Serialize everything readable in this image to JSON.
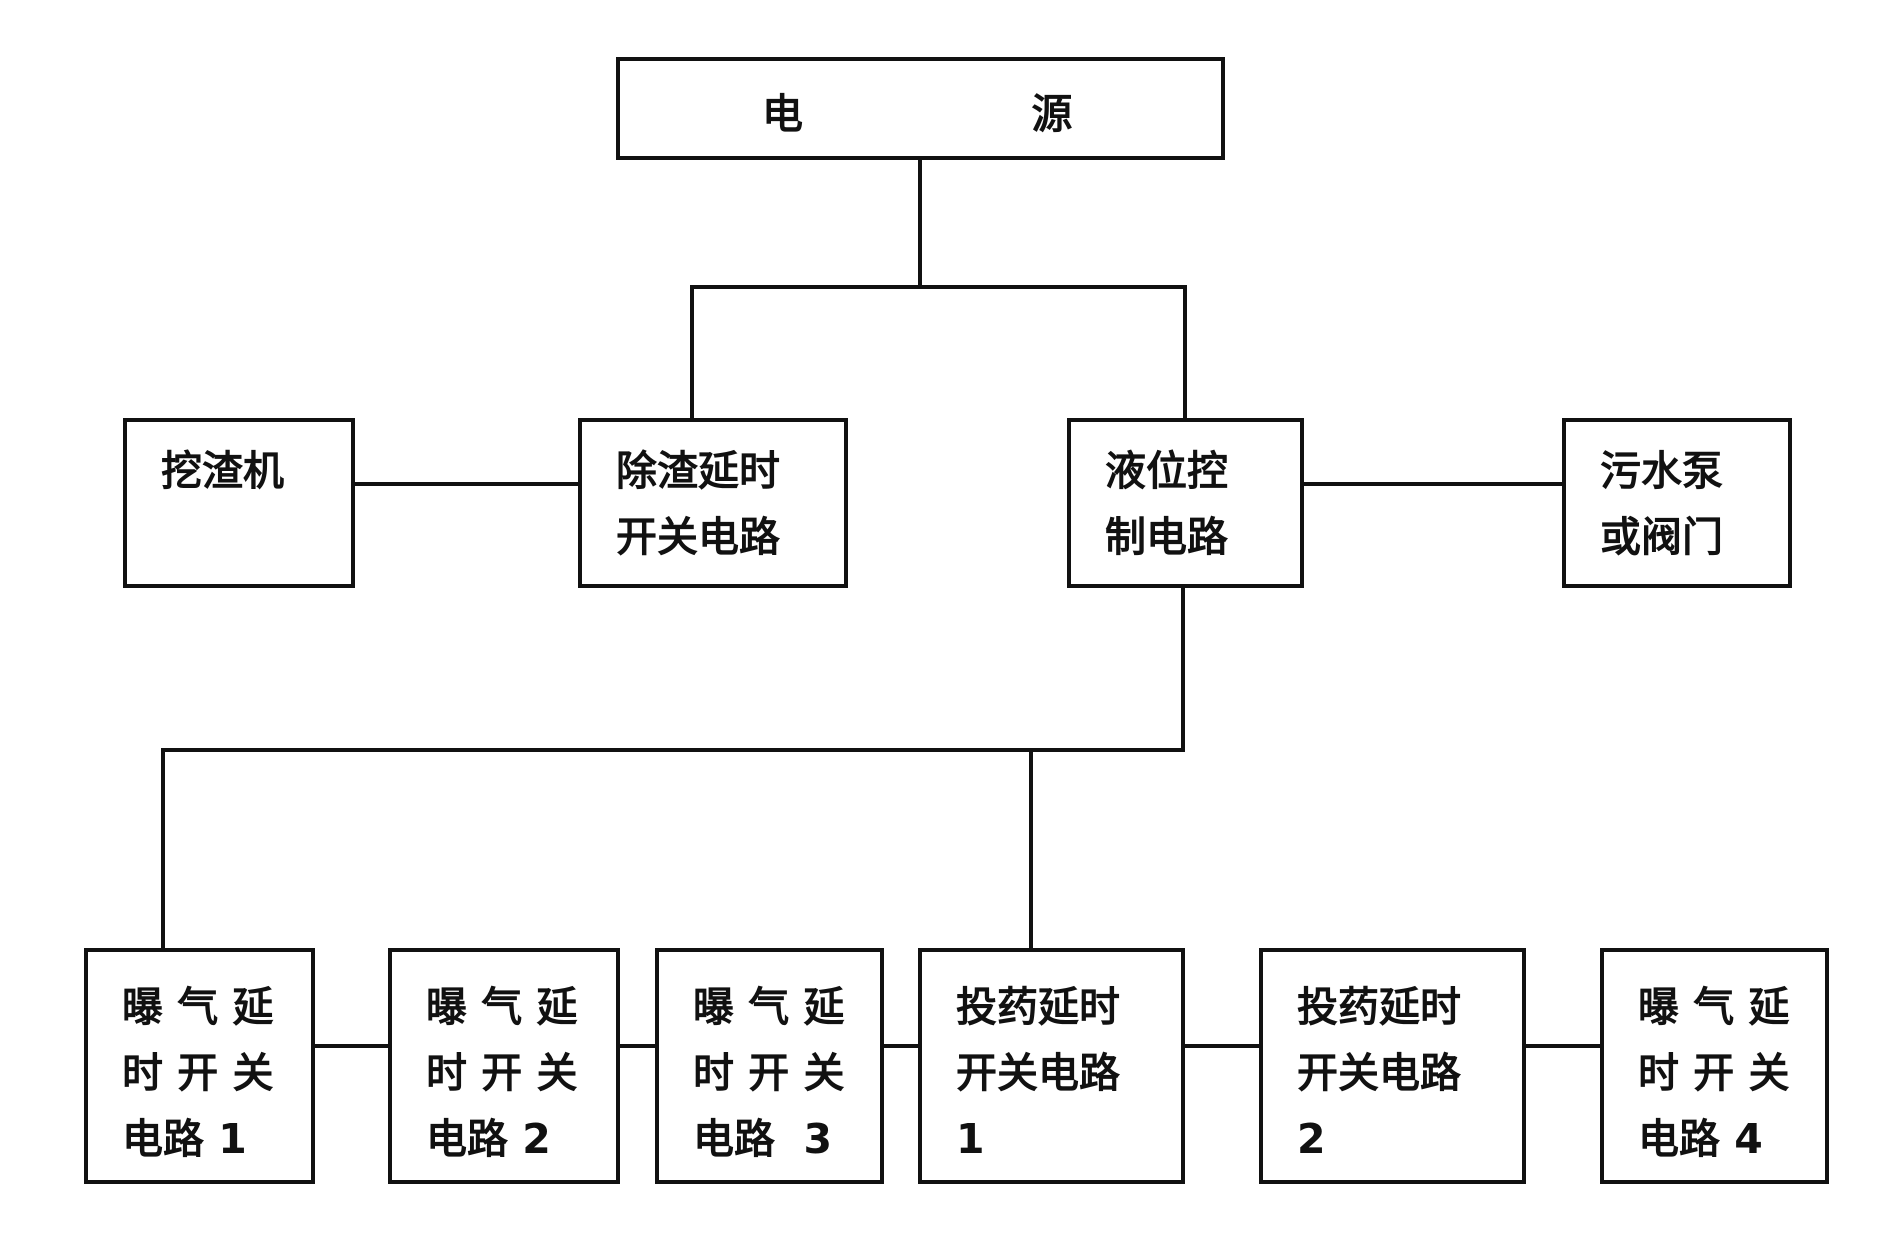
{
  "diagram": {
    "nodes": {
      "power": {
        "lines": [
          "电                源"
        ]
      },
      "excavator": {
        "lines": [
          "挖渣机"
        ]
      },
      "slag_switch": {
        "lines": [
          "除渣延时",
          "开关电路"
        ]
      },
      "level_control": {
        "lines": [
          "液位控",
          "制电路"
        ]
      },
      "pump_valve": {
        "lines": [
          "污水泵",
          "或阀门"
        ]
      },
      "aeration1": {
        "lines": [
          "曝 气 延",
          "时 开 关",
          "电路 1"
        ]
      },
      "aeration2": {
        "lines": [
          "曝 气 延",
          "时 开 关",
          "电路 2"
        ]
      },
      "aeration3": {
        "lines": [
          "曝 气 延",
          "时 开 关",
          "电路  3"
        ]
      },
      "dosing1": {
        "lines": [
          "投药延时",
          "开关电路",
          "1"
        ]
      },
      "dosing2": {
        "lines": [
          "投药延时",
          "开关电路",
          "2"
        ]
      },
      "aeration4": {
        "lines": [
          "曝 气 延",
          "时 开 关",
          "电路 4"
        ]
      }
    },
    "edges": [
      {
        "from": "power",
        "to": "slag_switch"
      },
      {
        "from": "power",
        "to": "level_control"
      },
      {
        "from": "excavator",
        "to": "slag_switch"
      },
      {
        "from": "level_control",
        "to": "pump_valve"
      },
      {
        "from": "level_control",
        "to": "aeration1"
      },
      {
        "from": "level_control",
        "to": "dosing1"
      },
      {
        "from": "aeration1",
        "to": "aeration2"
      },
      {
        "from": "aeration2",
        "to": "aeration3"
      },
      {
        "from": "aeration3",
        "to": "dosing1"
      },
      {
        "from": "dosing1",
        "to": "dosing2"
      },
      {
        "from": "dosing2",
        "to": "aeration4"
      }
    ]
  }
}
